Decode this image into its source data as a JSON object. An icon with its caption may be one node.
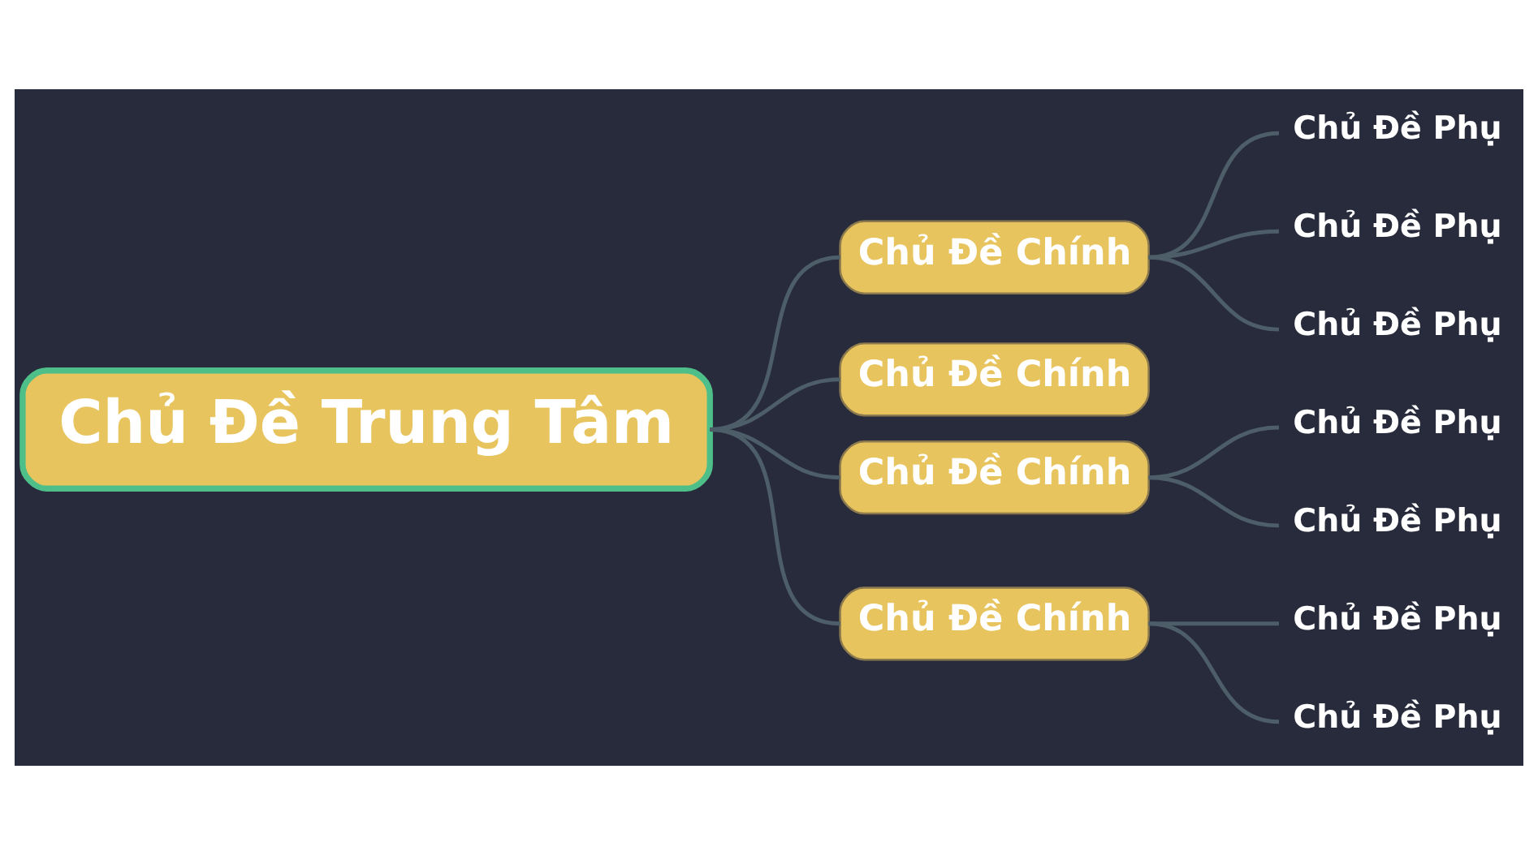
{
  "diagram": {
    "nodes": [
      {
        "text": [
          "Chủ Đề Trung Tâm"
        ]
      },
      {
        "text": [
          "Chủ Đề Chính"
        ]
      },
      {
        "text": [
          "Chủ Đề Phụ"
        ]
      },
      {
        "text": [
          "Chủ Đề Phụ"
        ]
      },
      {
        "text": [
          "Chủ Đề Phụ"
        ]
      },
      {
        "text": [
          "Chủ Đề Chính"
        ]
      },
      {
        "text": [
          "Chủ Đề Chính"
        ]
      },
      {
        "text": [
          "Chủ Đề Phụ"
        ]
      },
      {
        "text": [
          "Chủ Đề Phụ"
        ]
      },
      {
        "text": [
          "Chủ Đề Chính"
        ]
      },
      {
        "text": [
          "Chủ Đề Phụ"
        ]
      },
      {
        "text": [
          "Chủ Đề Phụ"
        ]
      }
    ],
    "edges": [
      {
        "from": 0,
        "to": 1,
        "arrow": "none"
      },
      {
        "from": 0,
        "to": 5,
        "arrow": "none"
      },
      {
        "from": 0,
        "to": 6,
        "arrow": "none"
      },
      {
        "from": 0,
        "to": 9,
        "arrow": "none"
      },
      {
        "from": 1,
        "to": 2,
        "arrow": "none"
      },
      {
        "from": 1,
        "to": 3,
        "arrow": "none"
      },
      {
        "from": 1,
        "to": 4,
        "arrow": "none"
      },
      {
        "from": 6,
        "to": 7,
        "arrow": "none"
      },
      {
        "from": 6,
        "to": 8,
        "arrow": "none"
      },
      {
        "from": 9,
        "to": 10,
        "arrow": "none"
      },
      {
        "from": 9,
        "to": 11,
        "arrow": "none"
      }
    ]
  }
}
